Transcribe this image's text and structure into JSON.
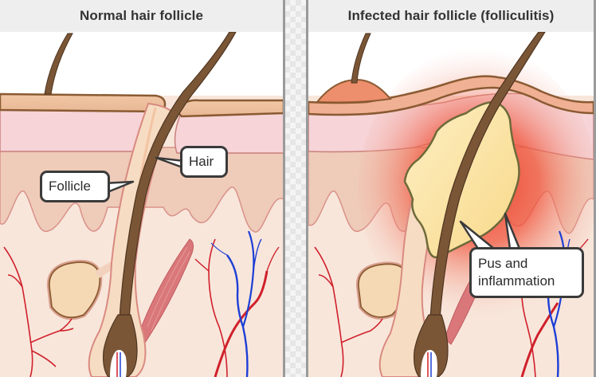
{
  "panels": {
    "normal": {
      "title": "Normal hair follicle",
      "labels": {
        "hair": "Hair",
        "follicle": "Follicle"
      }
    },
    "infected": {
      "title": "Infected hair follicle (folliculitis)",
      "labels": {
        "pus": "Pus and inflammation",
        "pus_line1": "Pus and",
        "pus_line2": "inflammation"
      }
    }
  },
  "colors": {
    "title_bar_bg": "#eeeeee",
    "title_text": "#333333",
    "skin_surface": "#f0c9a8",
    "skin_outline": "#8a5a32",
    "epidermis_pink": "#f5d3d6",
    "dermis": "#f3dccb",
    "deep_dermis": "#f7e6dc",
    "hair": "#7a5636",
    "hair_dark": "#4e3420",
    "artery": "#d0202a",
    "vein": "#1d3fd6",
    "pus": "#fbe3a0",
    "pus_outline": "#6e6a3a",
    "inflammation": "#ee3a24",
    "callout_border": "#3a3a3a"
  }
}
